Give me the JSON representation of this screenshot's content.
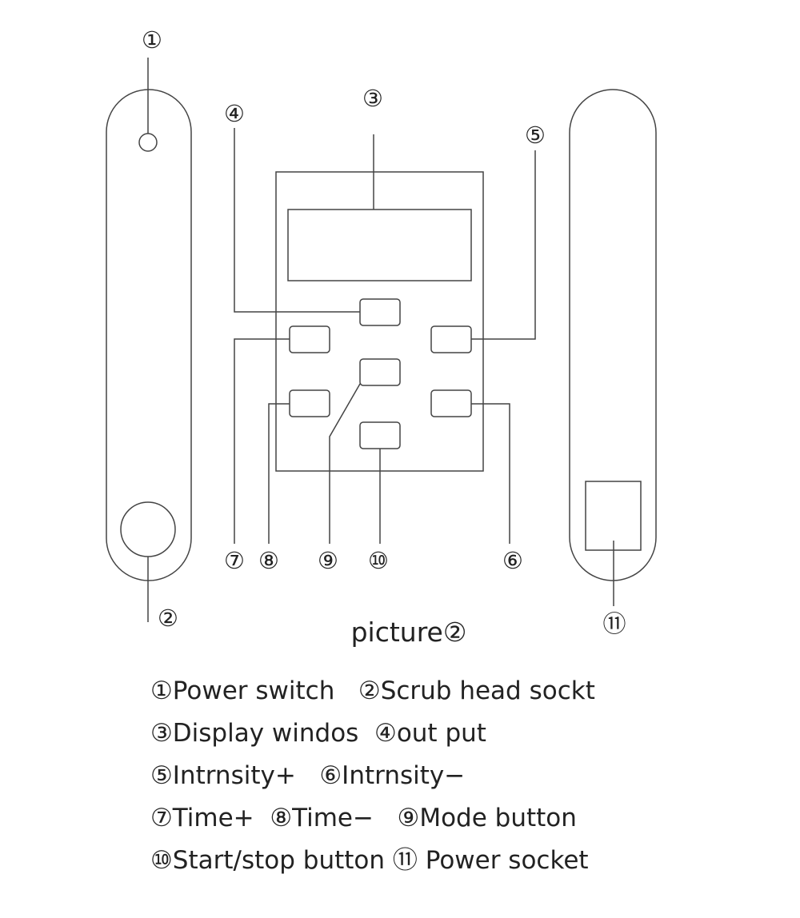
{
  "colors": {
    "line": "#444444",
    "text": "#222222",
    "background": "#ffffff"
  },
  "callouts": {
    "c1": "①",
    "c2": "②",
    "c3": "③",
    "c4": "④",
    "c5": "⑤",
    "c6": "⑥",
    "c7": "⑦",
    "c8": "⑧",
    "c9": "⑨",
    "c10": "⑩",
    "c11": "⑪"
  },
  "caption": "picture②",
  "legend": {
    "lines": [
      "①Power switch   ②Scrub head sockt",
      "③Display windos  ④out put",
      "⑤Intrnsity+   ⑥Intrnsity−",
      "⑦Time+  ⑧Time−   ⑨Mode button",
      "⑩Start/stop button ⑪ Power socket"
    ]
  }
}
